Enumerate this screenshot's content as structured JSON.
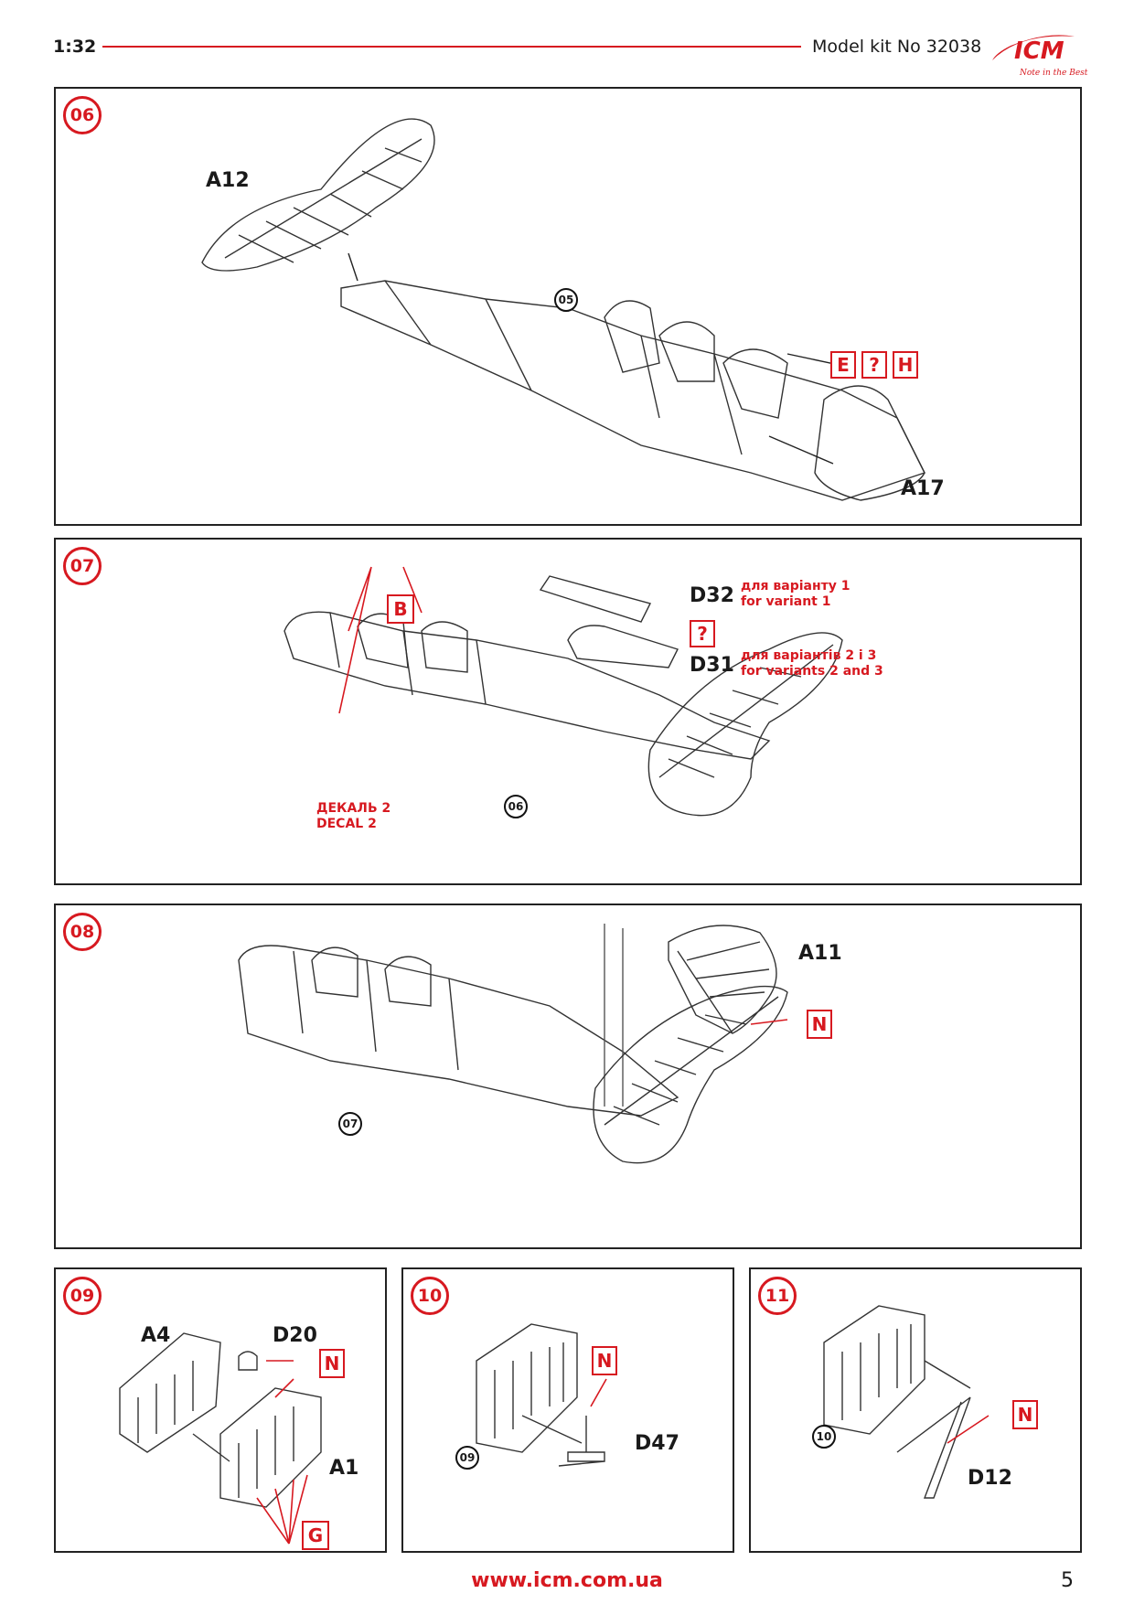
{
  "header": {
    "scale": "1:32",
    "kit": "Model kit No 32038",
    "logo_text": "ICM",
    "logo_tagline": "Note in the Best"
  },
  "colors": {
    "accent": "#d71920",
    "line": "#222222"
  },
  "steps": {
    "s06": {
      "number": "06",
      "part_a12": "A12",
      "part_a17": "A17",
      "ref": "05",
      "box_e": "E",
      "box_q": "?",
      "box_h": "H"
    },
    "s07": {
      "number": "07",
      "box_b": "B",
      "part_d32": "D32",
      "part_d31": "D31",
      "box_q": "?",
      "note_v1_ua": "для варіанту 1",
      "note_v1_en": "for variant 1",
      "note_v23_ua": "для варіантів 2 і 3",
      "note_v23_en": "for variants 2 and 3",
      "decal_ua": "ДЕКАЛЬ 2",
      "decal_en": "DECAL 2",
      "ref": "06"
    },
    "s08": {
      "number": "08",
      "part_a11": "A11",
      "box_n": "N",
      "ref": "07"
    },
    "s09": {
      "number": "09",
      "part_a4": "A4",
      "part_d20": "D20",
      "part_a1": "A1",
      "box_n": "N",
      "box_g": "G"
    },
    "s10": {
      "number": "10",
      "box_n": "N",
      "part_d47": "D47",
      "ref": "09"
    },
    "s11": {
      "number": "11",
      "box_n": "N",
      "part_d12": "D12",
      "ref": "10"
    }
  },
  "footer": {
    "url": "www.icm.com.ua",
    "page": "5"
  }
}
